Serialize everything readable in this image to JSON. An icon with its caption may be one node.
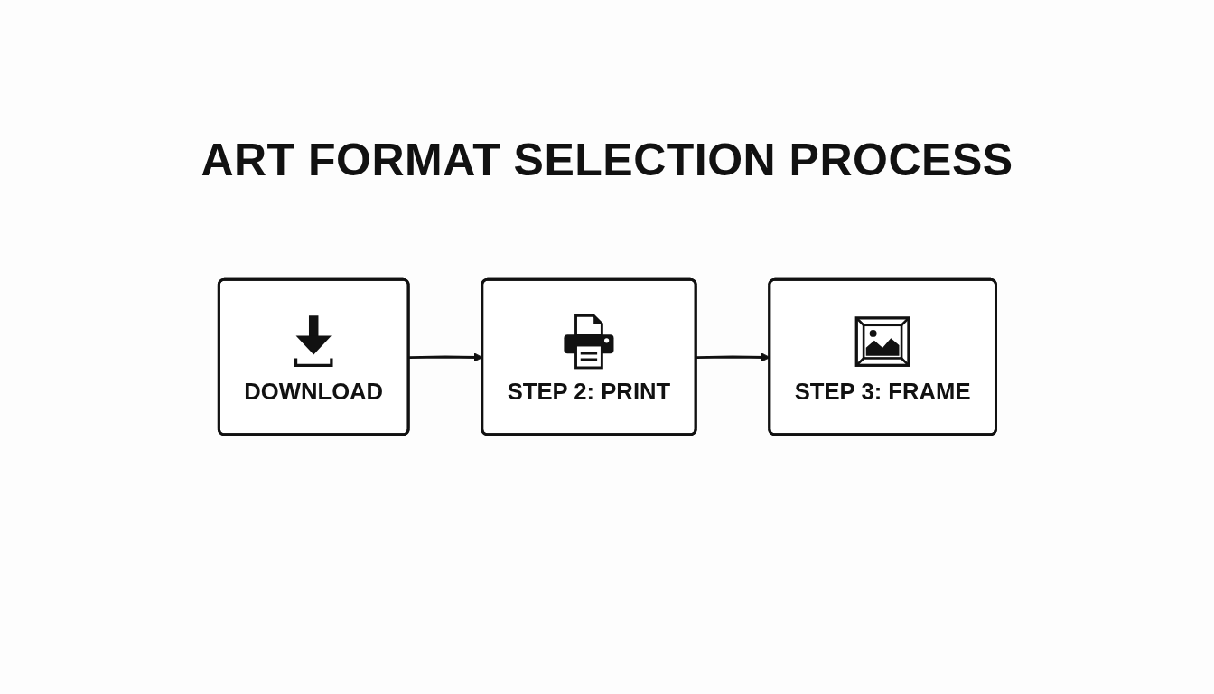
{
  "diagram": {
    "title": "ART FORMAT SELECTION PROCESS",
    "nodes": [
      {
        "text": [
          "DOWNLOAD"
        ]
      },
      {
        "text": [
          "STEP 2: PRINT"
        ]
      },
      {
        "text": [
          "STEP 3: FRAME"
        ]
      }
    ],
    "edges": [
      {
        "from": 0,
        "to": 1,
        "arrow": "to"
      },
      {
        "from": 1,
        "to": 2,
        "arrow": "to"
      }
    ]
  }
}
